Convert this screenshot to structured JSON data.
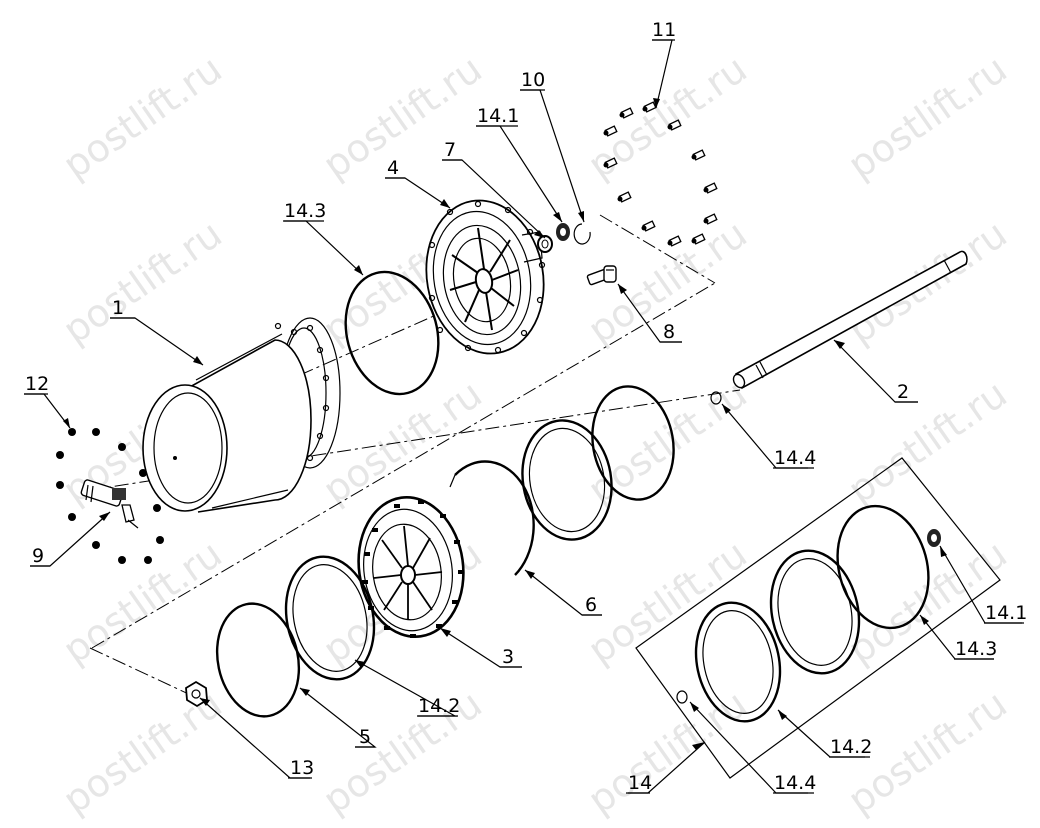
{
  "watermark": "postlift.ru",
  "labels": {
    "p1": "1",
    "p2": "2",
    "p3": "3",
    "p4": "4",
    "p5": "5",
    "p6": "6",
    "p7": "7",
    "p8": "8",
    "p9": "9",
    "p10": "10",
    "p11": "11",
    "p12": "12",
    "p13": "13",
    "p14": "14",
    "p14_1a": "14.1",
    "p14_1b": "14.1",
    "p14_2a": "14.2",
    "p14_2b": "14.2",
    "p14_3a": "14.3",
    "p14_3b": "14.3",
    "p14_4a": "14.4",
    "p14_4b": "14.4"
  }
}
